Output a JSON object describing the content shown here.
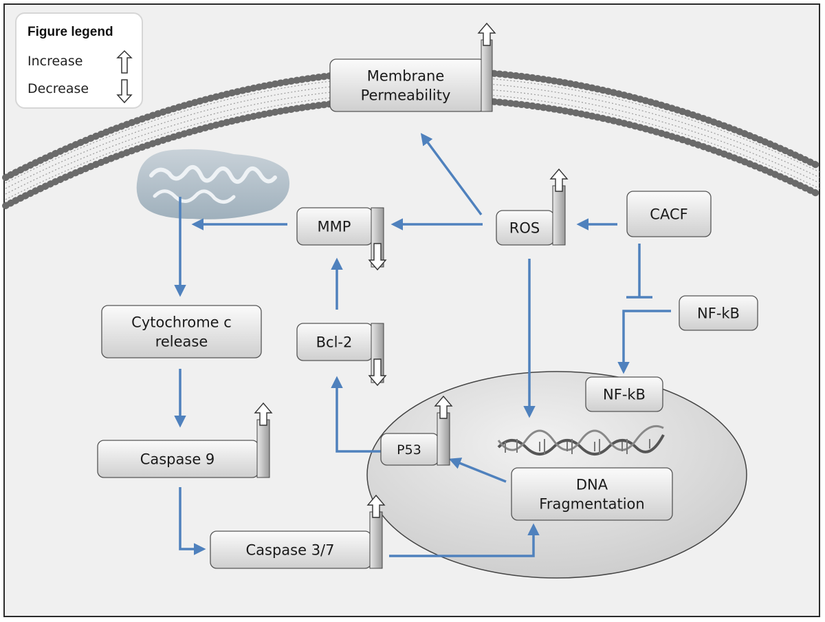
{
  "legend": {
    "title": "Figure legend",
    "increase_label": "Increase",
    "decrease_label": "Decrease"
  },
  "nodes": {
    "membrane_permeability": [
      "Membrane",
      "Permeability"
    ],
    "mmp": "MMP",
    "ros": "ROS",
    "cacf": "CACF",
    "nfkb_cytoplasm": "NF-kB",
    "nfkb_nucleus": "NF-kB",
    "cytochrome_c": [
      "Cytochrome c",
      "release"
    ],
    "bcl2": "Bcl-2",
    "caspase9": "Caspase 9",
    "p53": "P53",
    "dna_fragmentation": [
      "DNA",
      "Fragmentation"
    ],
    "caspase37": "Caspase 3/7"
  },
  "regulation": {
    "membrane_permeability": "increase",
    "mmp": "decrease",
    "ros": "increase",
    "bcl2": "decrease",
    "caspase9": "increase",
    "p53": "increase",
    "caspase37": "increase"
  },
  "colors": {
    "arrow": "#4f81bd",
    "box_fill_top": "#fafafa",
    "box_fill_bottom": "#d0d0d0",
    "nucleus_fill": "#d4d4d4",
    "membrane_head": "#6a6a6a"
  }
}
